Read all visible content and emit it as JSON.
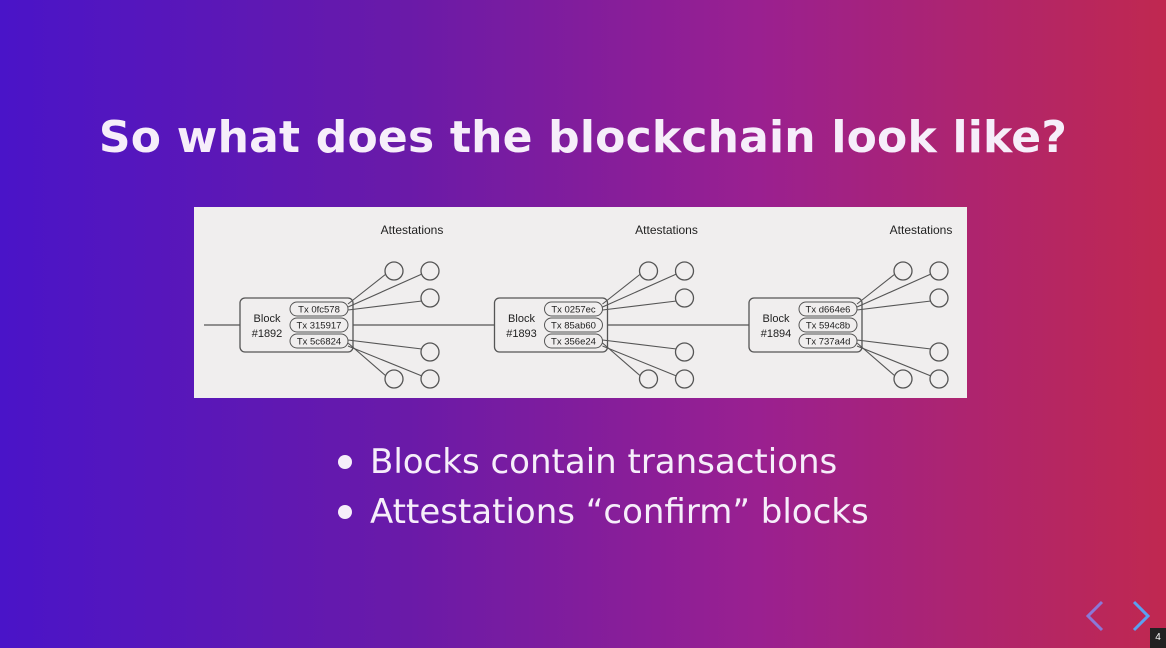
{
  "slide": {
    "title": "So what does the blockchain look like?",
    "bullets": [
      "Blocks contain transactions",
      "Attestations “confirm” blocks"
    ],
    "page_number": "4"
  },
  "diagram": {
    "blocks": [
      {
        "label": "Block",
        "number": "#1892",
        "txs": [
          "Tx 0fc578",
          "Tx 315917",
          "Tx 5c6824"
        ],
        "attestations_label": "Attestations"
      },
      {
        "label": "Block",
        "number": "#1893",
        "txs": [
          "Tx 0257ec",
          "Tx 85ab60",
          "Tx 356e24"
        ],
        "attestations_label": "Attestations"
      },
      {
        "label": "Block",
        "number": "#1894",
        "txs": [
          "Tx d664e6",
          "Tx 594c8b",
          "Tx 737a4d"
        ],
        "attestations_label": "Attestations"
      }
    ]
  },
  "navigation": {
    "prev_icon": "chevron-left-icon",
    "next_icon": "chevron-right-icon",
    "prev_color": "#8a78d8",
    "next_color": "#5aa0f0"
  }
}
